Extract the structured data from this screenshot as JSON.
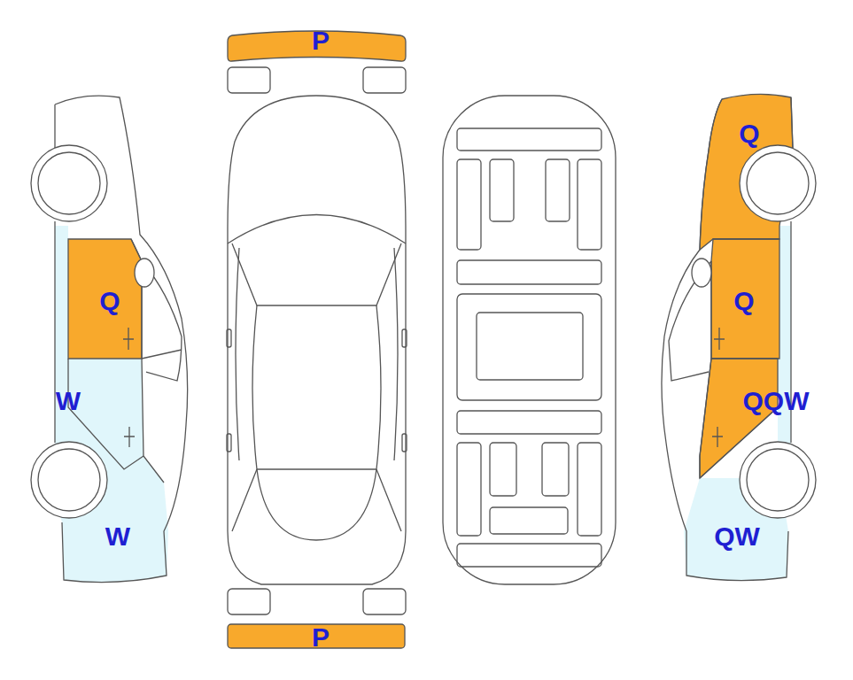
{
  "diagram": {
    "labels": [
      "P",
      "Q",
      "Q",
      "Q",
      "W",
      "QQW",
      "W",
      "QW",
      "P"
    ]
  }
}
